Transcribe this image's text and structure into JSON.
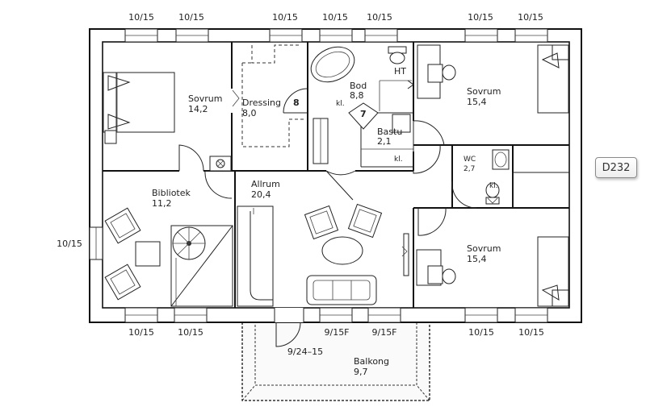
{
  "plan_tag": "D232",
  "rooms": {
    "sovrum_nw": {
      "name": "Sovrum",
      "area": "14,2"
    },
    "dressing": {
      "name": "Dressing",
      "area": "8,0",
      "door_no": "8"
    },
    "bod": {
      "name": "Bod",
      "area": "8,8",
      "ht": "HT",
      "kl": "kl.",
      "door_no": "7"
    },
    "bastu": {
      "name": "Bastu",
      "area": "2,1",
      "kl": "kl."
    },
    "sovrum_ne": {
      "name": "Sovrum",
      "area": "15,4"
    },
    "wc": {
      "name": "WC",
      "area": "2,7",
      "kl": "kl."
    },
    "bibliotek": {
      "name": "Bibliotek",
      "area": "11,2"
    },
    "allrum": {
      "name": "Allrum",
      "area": "20,4"
    },
    "sovrum_se": {
      "name": "Sovrum",
      "area": "15,4"
    },
    "balkong": {
      "name": "Balkong",
      "area": "9,7"
    }
  },
  "windows": {
    "top": [
      "10/15",
      "10/15",
      "10/15",
      "10/15",
      "10/15",
      "10/15",
      "10/15"
    ],
    "bottom": [
      "10/15",
      "10/15",
      "9/15F",
      "9/15F",
      "10/15",
      "10/15"
    ],
    "left": "10/15",
    "balcony_door": "9/24–15"
  }
}
